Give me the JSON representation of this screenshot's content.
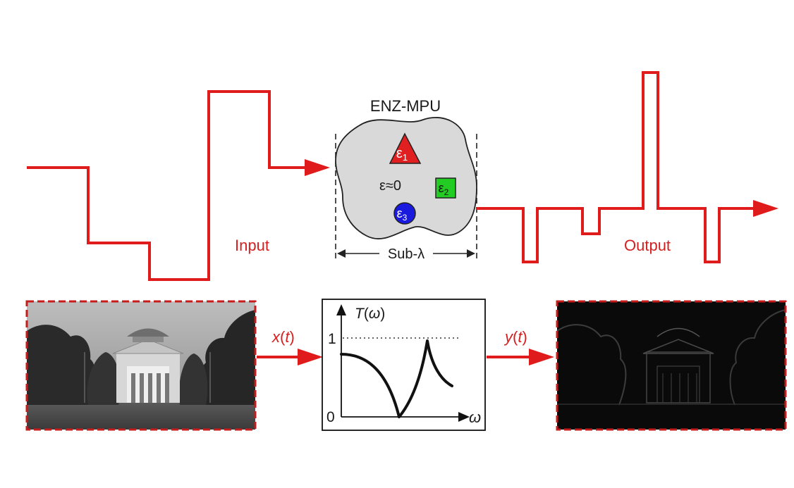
{
  "top": {
    "device_label": "ENZ-MPU",
    "host_label": "ε≈0",
    "inclusions": [
      {
        "shape": "triangle",
        "symbol": "ε",
        "sub": "1",
        "color": "#e02020"
      },
      {
        "shape": "square",
        "symbol": "ε",
        "sub": "2",
        "color": "#22cc22"
      },
      {
        "shape": "circle",
        "symbol": "ε",
        "sub": "3",
        "color": "#1a1adf"
      }
    ],
    "size_label": "Sub-λ",
    "input_label": "Input",
    "output_label": "Output"
  },
  "bottom": {
    "input_signal": {
      "name": "x",
      "arg": "t"
    },
    "output_signal": {
      "name": "y",
      "arg": "t"
    },
    "transfer_plot": {
      "y_title": {
        "name": "T",
        "arg": "ω"
      },
      "y_tick_top": "1",
      "y_tick_origin": "0",
      "x_axis_symbol": "ω"
    }
  },
  "colors": {
    "signal_red": "#e01b1b",
    "frame_red": "#c61c1c",
    "blob_gray": "#d9d9d9"
  }
}
